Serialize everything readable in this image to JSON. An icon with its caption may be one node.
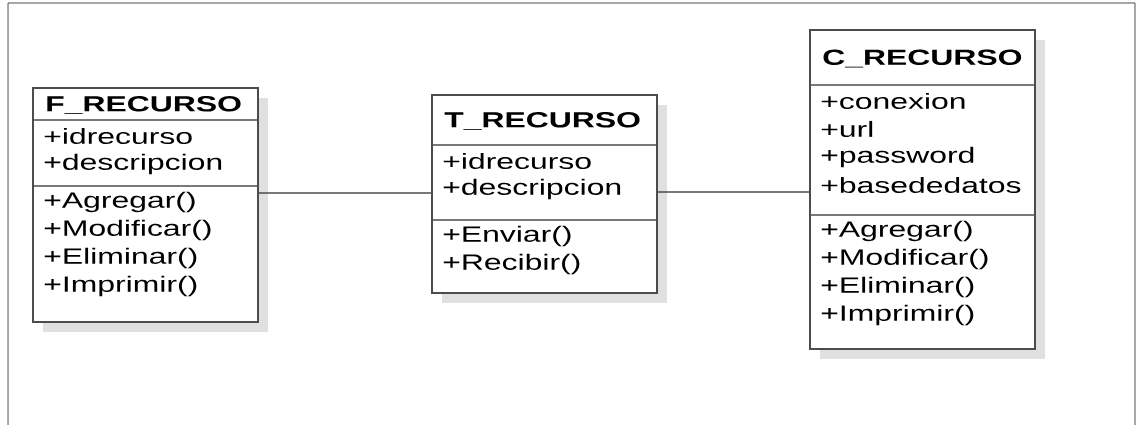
{
  "diagram": {
    "nodes": [
      {
        "text": [
          "F_RECURSO",
          "+idrecurso",
          "+descripcion",
          "+Agregar()",
          "+Modificar()",
          "+Eliminar()",
          "+Imprimir()"
        ]
      },
      {
        "text": [
          "T_RECURSO",
          "+idrecurso",
          "+descripcion",
          "+Enviar()",
          "+Recibir()"
        ]
      },
      {
        "text": [
          "C_RECURSO",
          "+conexion",
          "+url",
          "+password",
          "+basededatos",
          "+Agregar()",
          "+Modificar()",
          "+Eliminar()",
          "+Imprimir()"
        ]
      }
    ],
    "edges": [
      {
        "from": 0,
        "to": 1,
        "arrow": "none"
      },
      {
        "from": 1,
        "to": 2,
        "arrow": "none"
      }
    ]
  }
}
